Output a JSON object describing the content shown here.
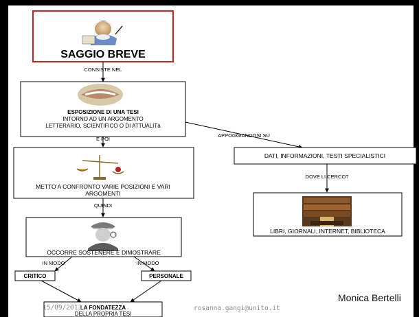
{
  "slide": {
    "title": "SAGGIO BREVE",
    "nodes": {
      "esposizione": {
        "title": "ESPOSIZIONE DI UNA TESI",
        "line1": "INTORNO AD UN ARGOMENTO",
        "line2": "LETTERARIO, SCIENTIFICO O DI ATTUALITà"
      },
      "confronto": {
        "line1": "METTO A CONFRONTO VARIE POSIZIONI E VARI",
        "line2": "ARGOMENTI"
      },
      "sostenere": {
        "line1": "OCCORRE SOSTENERE E DIMOSTRARE"
      },
      "critico": {
        "label": "CRITICO"
      },
      "personale": {
        "label": "PERSONALE"
      },
      "fondatezza": {
        "line1": "LA FONDATEZZA",
        "line2": "DELLA PROPRIA TESI"
      },
      "dati": {
        "label": "DATI, INFORMAZIONI, TESTI SPECIALISTICI"
      },
      "libri": {
        "label": "LIBRI, GIORNALI, INTERNET, BIBLIOTECA"
      }
    },
    "edges": {
      "consiste": "CONSISTE NEL",
      "epoi": "E POI",
      "quindi": "QUINDI",
      "inmodo_left": "IN MODO",
      "inmodo_right": "IN MODO",
      "appoggiandosi": "APPOGGIANDOSI SU",
      "dove": "DOVE LI CERCO?"
    }
  },
  "footer": {
    "date": "15/09/2013",
    "email": "rosanna.gangi@unito.it",
    "author": "Monica Bertelli"
  },
  "colors": {
    "background": "#ffffff",
    "frame": "#000000",
    "title_border": "#cc2222"
  }
}
